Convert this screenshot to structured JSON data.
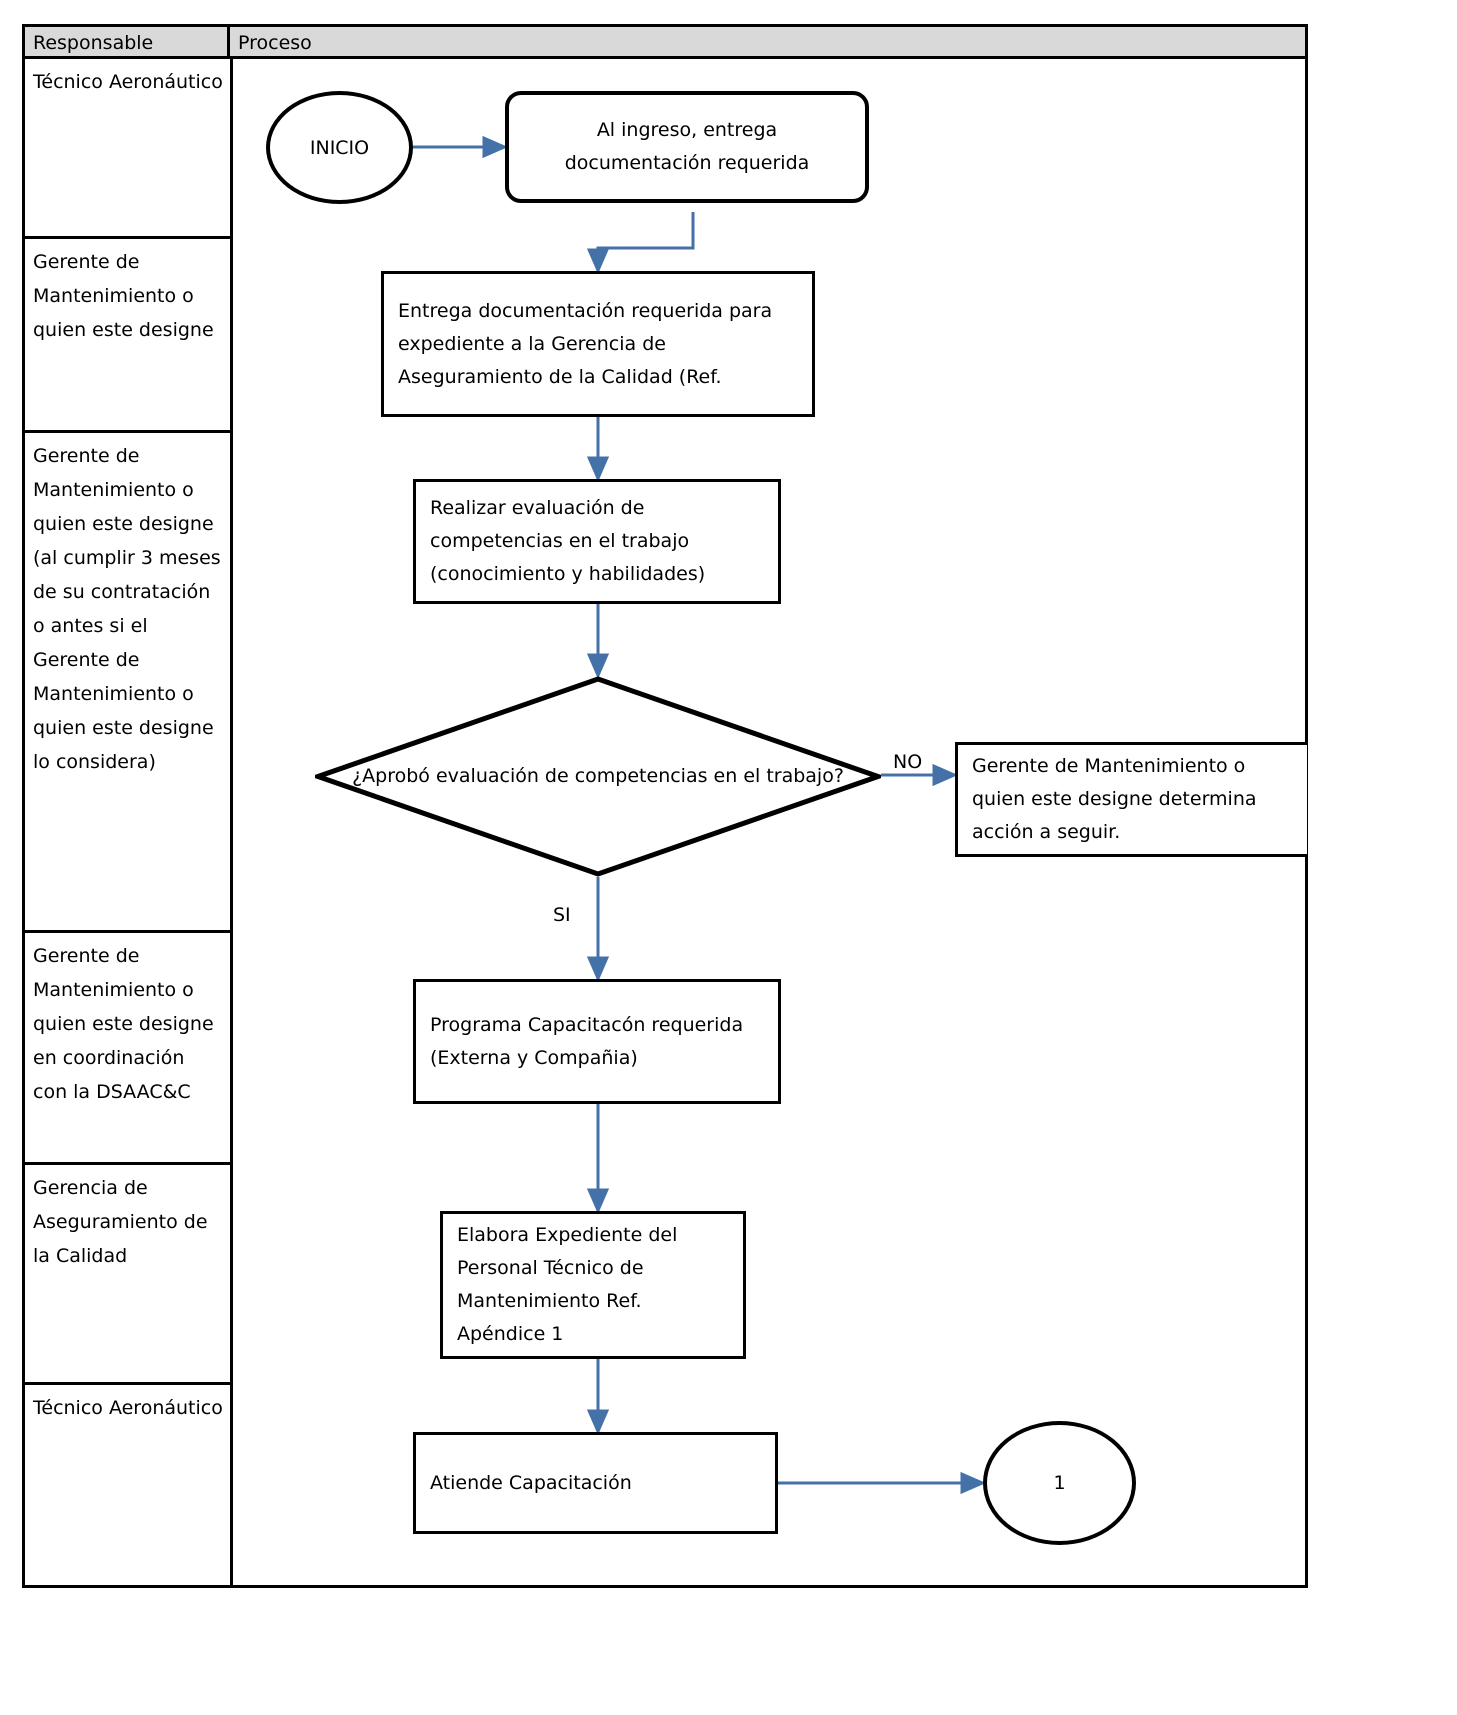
{
  "table": {
    "headers": {
      "responsible": "Responsable",
      "process": "Proceso"
    },
    "rows": [
      {
        "responsible": "Técnico Aeronáutico"
      },
      {
        "responsible": "Gerente de Mantenimiento o quien este designe"
      },
      {
        "responsible": "Gerente de Mantenimiento o quien este designe (al cumplir 3 meses de su contratación o antes si el Gerente de Mantenimiento o quien este designe lo considera)"
      },
      {
        "responsible": "Gerente de Mantenimiento o quien este designe en coordinación con la DSAAC&C"
      },
      {
        "responsible": "Gerencia de Aseguramiento de la Calidad"
      },
      {
        "responsible": "Técnico Aeronáutico"
      }
    ]
  },
  "flowchart": {
    "type": "process-flowchart",
    "nodes": [
      {
        "id": "start",
        "shape": "ellipse",
        "label": "INICIO"
      },
      {
        "id": "entrega_ing",
        "shape": "rounded-rectangle",
        "label": "Al ingreso, entrega documentación requerida"
      },
      {
        "id": "entrega_doc",
        "shape": "rectangle",
        "label": "Entrega documentación requerida para expediente a la Gerencia de Aseguramiento de la Calidad (Ref."
      },
      {
        "id": "evaluacion",
        "shape": "rectangle",
        "label": "Realizar evaluación de competencias en el trabajo (conocimiento y habilidades)"
      },
      {
        "id": "decision",
        "shape": "diamond",
        "label": "¿Aprobó evaluación de competencias en el trabajo?"
      },
      {
        "id": "accion_no",
        "shape": "rectangle",
        "label": "Gerente de Mantenimiento o quien este designe determina acción a seguir."
      },
      {
        "id": "programa",
        "shape": "rectangle",
        "label": "Programa Capacitacón requerida (Externa y Compañia)"
      },
      {
        "id": "expediente",
        "shape": "rectangle",
        "label": "Elabora Expediente del Personal Técnico de Mantenimiento Ref. Apéndice 1"
      },
      {
        "id": "atiende",
        "shape": "rectangle",
        "label": "Atiende Capacitación"
      },
      {
        "id": "connector_1",
        "shape": "ellipse",
        "label": "1"
      }
    ],
    "edge_labels": {
      "no": "NO",
      "si": "SI"
    },
    "colors": {
      "connector": "#4472a8",
      "shape_border": "#000000",
      "header_fill": "#d9d9d9",
      "background": "#ffffff"
    }
  }
}
